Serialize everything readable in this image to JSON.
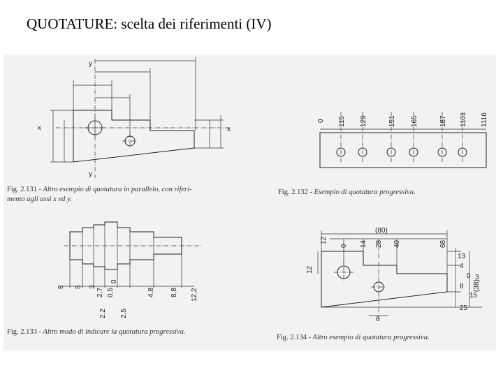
{
  "title": "QUOTATURE: scelta dei riferimenti (IV)",
  "figures": [
    {
      "id": "fig-2-131",
      "caption_number": "Fig. 2.131",
      "caption_text": "- Altro esempio di quotatura in parallelo, con riferi-",
      "caption_text_2": "mento agli assi x ed y.",
      "labels": [
        "y",
        "x",
        "x",
        "y"
      ]
    },
    {
      "id": "fig-2-132",
      "caption_number": "Fig. 2.132",
      "caption_text": "- Esempio di quotatura progressiva.",
      "labels": [
        "0",
        "115",
        "129",
        "151",
        "165",
        "187",
        "1101",
        "1116"
      ]
    },
    {
      "id": "fig-2-133",
      "caption_number": "Fig. 2.133",
      "caption_text": "- Altro modo di indicare la quotatura progressiva.",
      "labels": [
        "8",
        "5",
        "3",
        "2,7",
        "2,2",
        "0,5",
        "0",
        "2,5",
        "4,8",
        "8,8",
        "12,2"
      ]
    },
    {
      "id": "fig-2-134",
      "caption_number": "Fig. 2.134",
      "caption_text": "- Altro esempio di quotatura progressiva.",
      "labels": [
        "(80)",
        "12",
        "0",
        "14",
        "28",
        "40",
        "68",
        "13",
        "4",
        "0",
        "3",
        "8",
        "15",
        "(38)",
        "25",
        "12",
        "6"
      ]
    }
  ]
}
